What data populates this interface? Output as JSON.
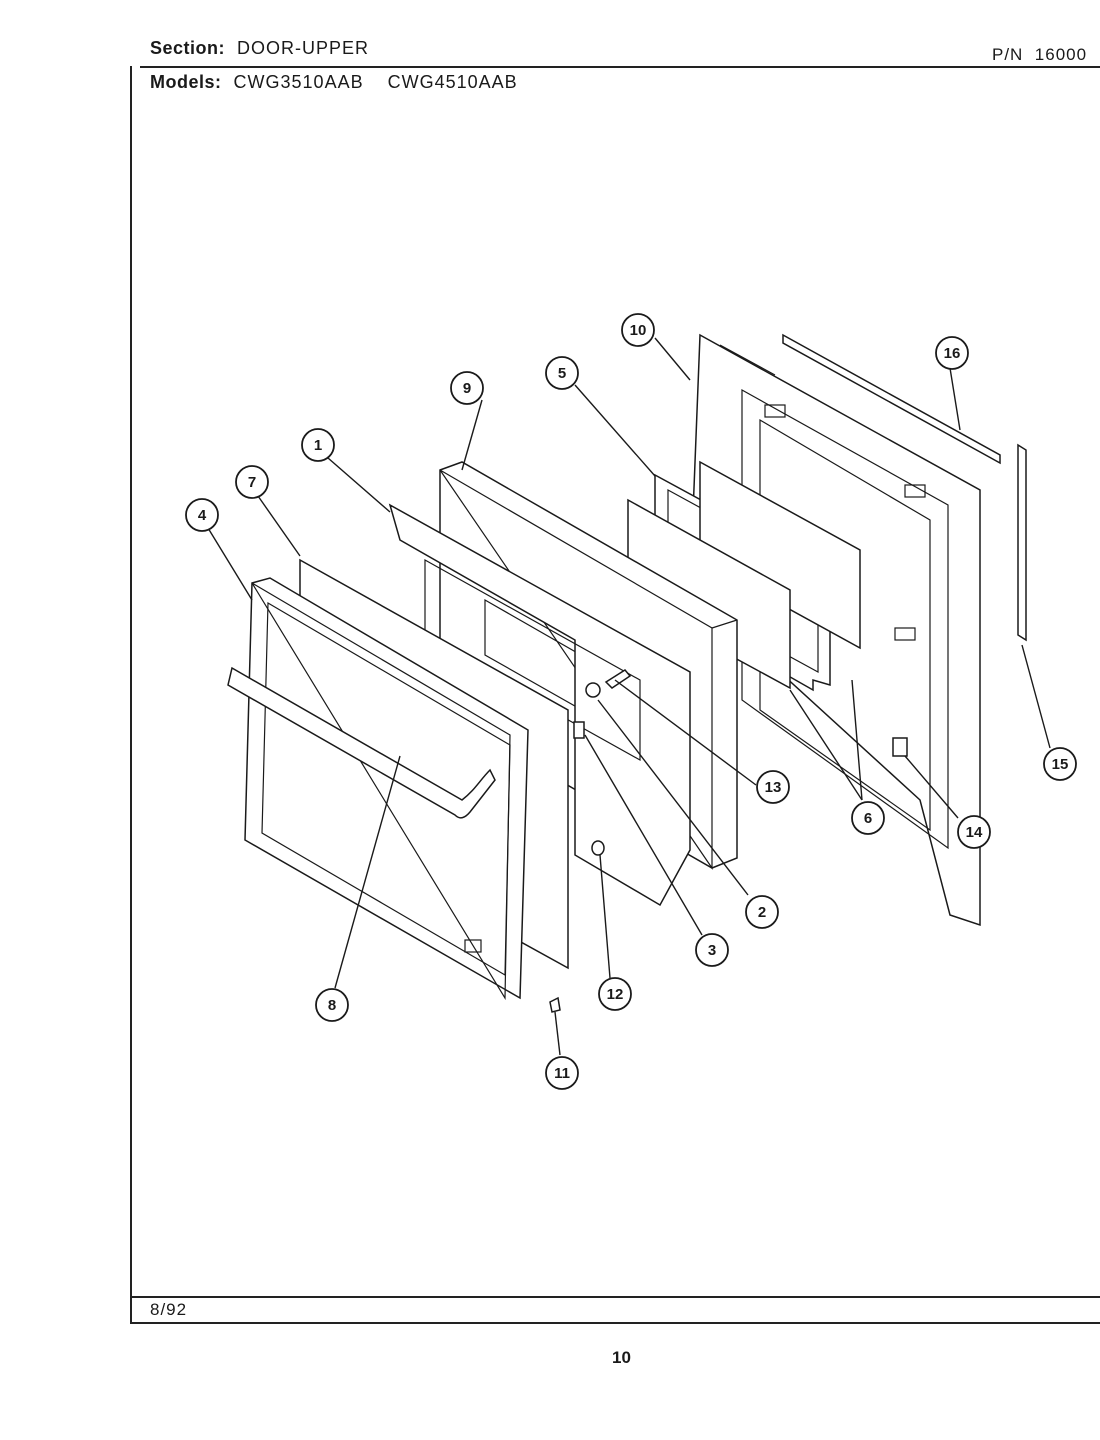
{
  "header": {
    "section_label": "Section:",
    "section_value": "DOOR-UPPER",
    "pn_label": "P/N",
    "pn_value": "16000",
    "models_label": "Models:",
    "model_1": "CWG3510AAB",
    "model_2": "CWG4510AAB"
  },
  "footer": {
    "date": "8/92",
    "page_number": "10"
  },
  "callouts": [
    "1",
    "2",
    "3",
    "4",
    "5",
    "6",
    "7",
    "8",
    "9",
    "10",
    "11",
    "12",
    "13",
    "14",
    "15",
    "16"
  ]
}
